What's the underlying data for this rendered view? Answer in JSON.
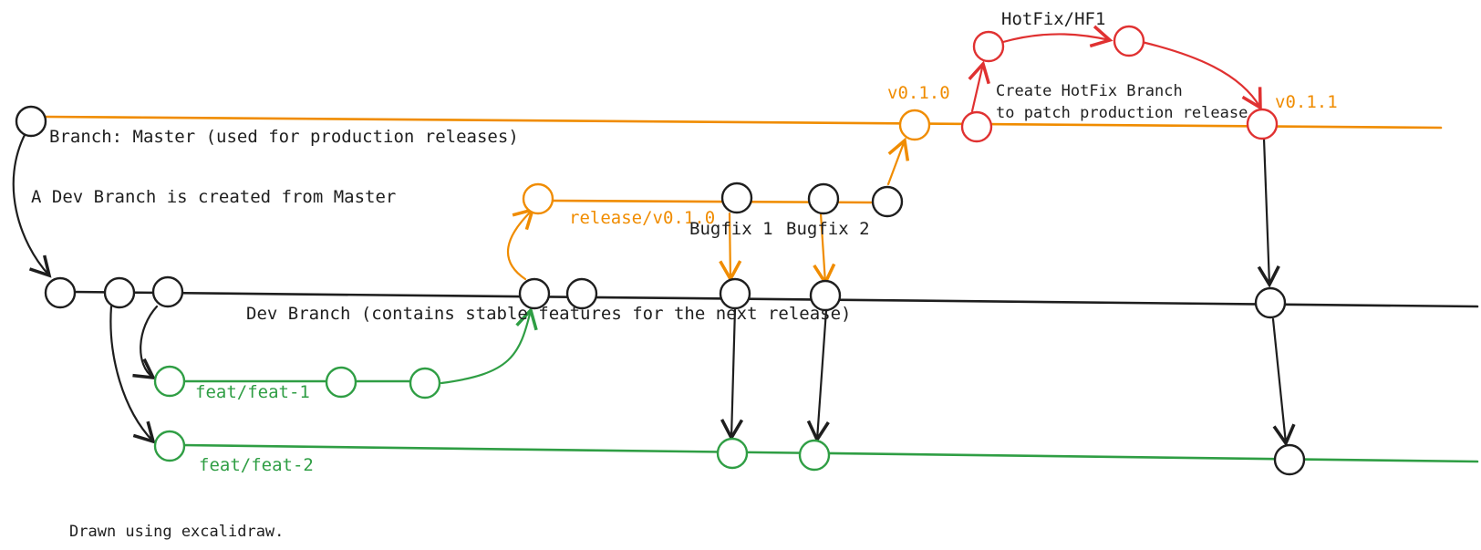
{
  "colors": {
    "master": "#f08c00",
    "release": "#f08c00",
    "dev": "#1e1e1e",
    "feature": "#2f9e44",
    "hotfix": "#e03131",
    "text": "#1e1e1e"
  },
  "labels": {
    "master_branch": "Branch: Master (used for production releases)",
    "dev_created": "A Dev Branch is created from Master",
    "dev_branch": "Dev Branch (contains stable features for the next release)",
    "release_branch": "release/v0.1.0",
    "bugfix_1": "Bugfix 1",
    "bugfix_2": "Bugfix 2",
    "tag_v010": "v0.1.0",
    "tag_v011": "v0.1.1",
    "hotfix_branch": "HotFix/HF1",
    "hotfix_note_line1": "Create HotFix Branch",
    "hotfix_note_line2": "to patch production release",
    "feat_1": "feat/feat-1",
    "feat_2": "feat/feat-2",
    "footer": "Drawn using excalidraw."
  }
}
